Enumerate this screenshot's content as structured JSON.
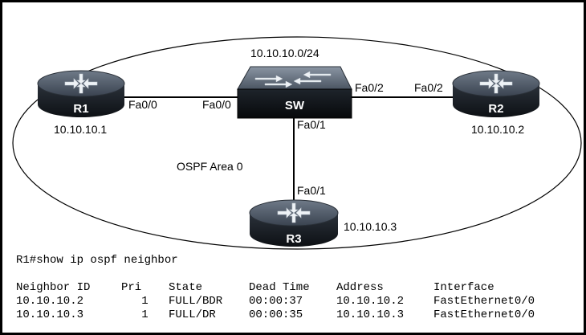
{
  "network": "10.10.10.0/24",
  "area_label": "OSPF Area 0",
  "devices": {
    "r1": {
      "name": "R1",
      "ip": "10.10.10.1",
      "port": "Fa0/0"
    },
    "r2": {
      "name": "R2",
      "ip": "10.10.10.2",
      "port": "Fa0/2"
    },
    "r3": {
      "name": "R3",
      "ip": "10.10.10.3",
      "port": "Fa0/1"
    },
    "sw": {
      "name": "SW",
      "port_r1": "Fa0/0",
      "port_r2": "Fa0/2",
      "port_r3": "Fa0/1"
    }
  },
  "cli": {
    "command": "R1#show ip ospf neighbor",
    "headers": [
      "Neighbor ID",
      "Pri",
      "State",
      "Dead Time",
      "Address",
      "Interface"
    ],
    "rows": [
      [
        "10.10.10.2",
        "1",
        "FULL/BDR",
        "00:00:37",
        "10.10.10.2",
        "FastEthernet0/0"
      ],
      [
        "10.10.10.3",
        "1",
        "FULL/DR",
        "00:00:35",
        "10.10.10.3",
        "FastEthernet0/0"
      ]
    ]
  }
}
